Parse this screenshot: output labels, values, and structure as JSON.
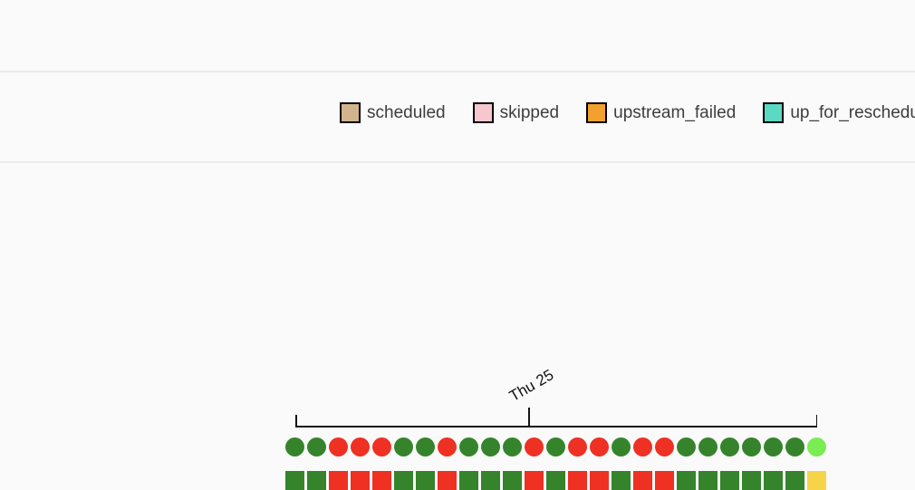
{
  "page": {
    "background": "#fafafa",
    "divider_color": "#ebebeb"
  },
  "legend": {
    "text_color": "#3d3d3d",
    "swatch_border": "#000000",
    "items": [
      {
        "status": "scheduled",
        "label": "scheduled",
        "color": "#d2b48c"
      },
      {
        "status": "skipped",
        "label": "skipped",
        "color": "#f6c7cf"
      },
      {
        "status": "upstream_failed",
        "label": "upstream_failed",
        "color": "#f2a12d"
      },
      {
        "status": "up_for_reschedule",
        "label": "up_for_reschedule",
        "color": "#5cd9c3"
      }
    ]
  },
  "status_colors": {
    "success": "#35842c",
    "failed": "#ee3123",
    "running": "#79ed51",
    "up_for_retry": "#f6d44a",
    "scheduled": "#d2b48c",
    "skipped": "#f6c7cf",
    "upstream_failed": "#f2a12d",
    "up_for_reschedule": "#5cd9c3"
  },
  "timeline": {
    "tick_label": "Thu 25",
    "dag_runs": [
      "success",
      "success",
      "failed",
      "failed",
      "failed",
      "success",
      "success",
      "failed",
      "success",
      "success",
      "success",
      "failed",
      "success",
      "failed",
      "failed",
      "success",
      "failed",
      "failed",
      "success",
      "success",
      "success",
      "success",
      "success",
      "success",
      "running"
    ],
    "task_instances": [
      "success",
      "success",
      "failed",
      "failed",
      "failed",
      "success",
      "success",
      "failed",
      "success",
      "success",
      "success",
      "failed",
      "success",
      "failed",
      "failed",
      "success",
      "failed",
      "failed",
      "success",
      "success",
      "success",
      "success",
      "success",
      "success",
      "up_for_retry"
    ]
  }
}
